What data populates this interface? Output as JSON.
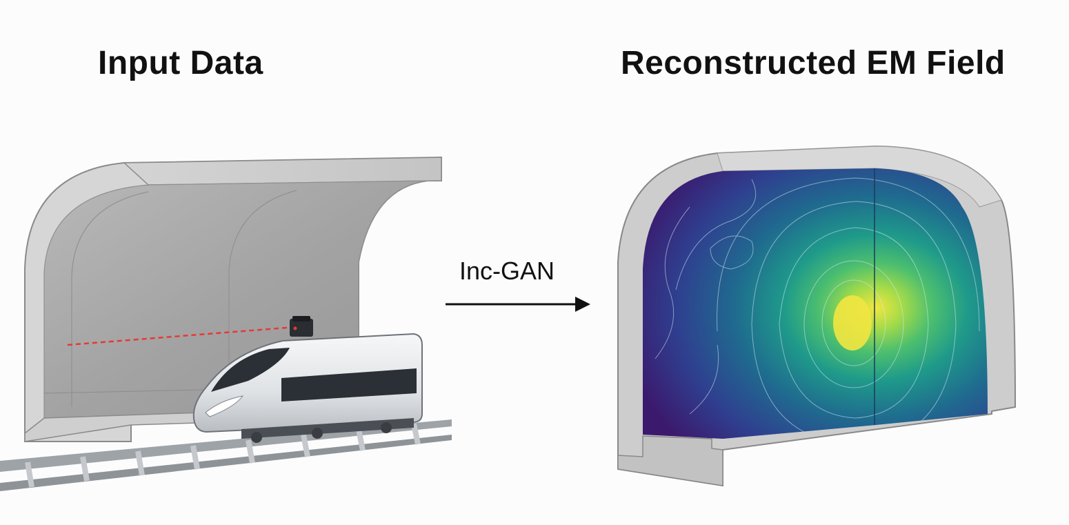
{
  "input_panel": {
    "title": "Input Data"
  },
  "transform": {
    "label": "Inc-GAN",
    "arrow_icon": "right-arrow-icon"
  },
  "output_panel": {
    "title": "Reconstructed EM Field",
    "colormap": [
      "#3b1a6e",
      "#2f3f8f",
      "#1f6b8f",
      "#1f9a8a",
      "#6fcf5c",
      "#f2e640"
    ]
  },
  "colors": {
    "background": "#fcfcfc",
    "tunnel_face": "#c9c9c9",
    "tunnel_inner": "#a6a6a6",
    "laser": "#e53935",
    "train_body": "#e6e8ea",
    "train_window": "#2b2f36",
    "text": "#111111"
  }
}
